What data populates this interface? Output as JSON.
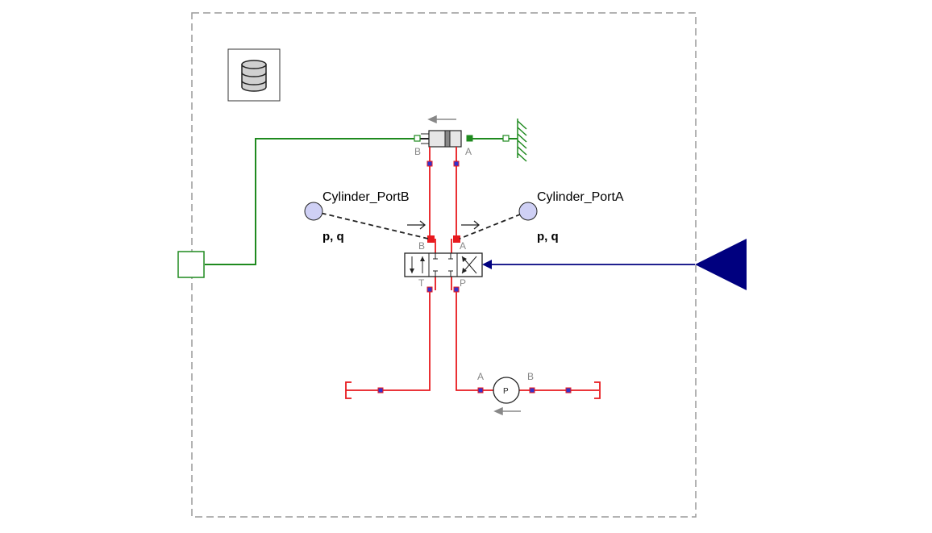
{
  "diagram": {
    "labels": {
      "sensor_b_name": "Cylinder_PortB",
      "sensor_a_name": "Cylinder_PortA",
      "sensor_b_quantity": "p, q",
      "sensor_a_quantity": "p, q",
      "cylinder_port_b": "B",
      "cylinder_port_a": "A",
      "valve_port_b": "B",
      "valve_port_a": "A",
      "valve_port_t": "T",
      "valve_port_p": "P",
      "pump_port_a": "A",
      "pump_port_b": "B",
      "pump_symbol": "P"
    },
    "icons": {
      "database": "database-icon",
      "cylinder": "hydraulic-cylinder-icon",
      "ground": "mechanical-ground-icon",
      "valve": "directional-valve-icon",
      "pump": "pump-icon",
      "input": "signal-input-triangle-icon",
      "connector": "flange-connector-icon"
    },
    "colors": {
      "hydraulic": "#e8191e",
      "mechanical": "#1f8a1f",
      "signal": "#00007f",
      "sensor_fill": "#cfd0f5",
      "border": "#9a9a9a",
      "port_fill": "#3333cc"
    }
  }
}
